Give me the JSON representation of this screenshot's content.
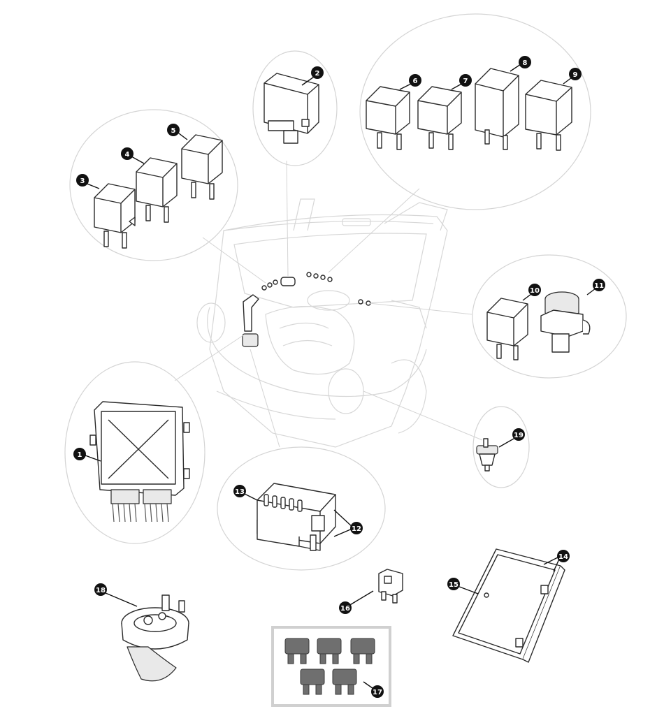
{
  "callouts": [
    "1",
    "2",
    "3",
    "4",
    "5",
    "6",
    "7",
    "8",
    "9",
    "10",
    "11",
    "12",
    "13",
    "14",
    "15",
    "16",
    "17",
    "18",
    "19"
  ],
  "icons": {
    "car": "car-outline-icon",
    "relay": "relay-icon",
    "horn": "horn-icon",
    "fuse": "blade-fuse-icon",
    "ecu": "ecu-icon",
    "fuse_box": "fuse-box-icon",
    "switch": "switch-icon"
  },
  "colors": {
    "callout_fill": "#111111",
    "callout_text": "#ffffff",
    "line_art": "#2a2a2a",
    "ghost_car": "#d7d7d7",
    "fuse_tray_border": "#d0d0d0",
    "fuse_fill": "#6f6f6f"
  }
}
